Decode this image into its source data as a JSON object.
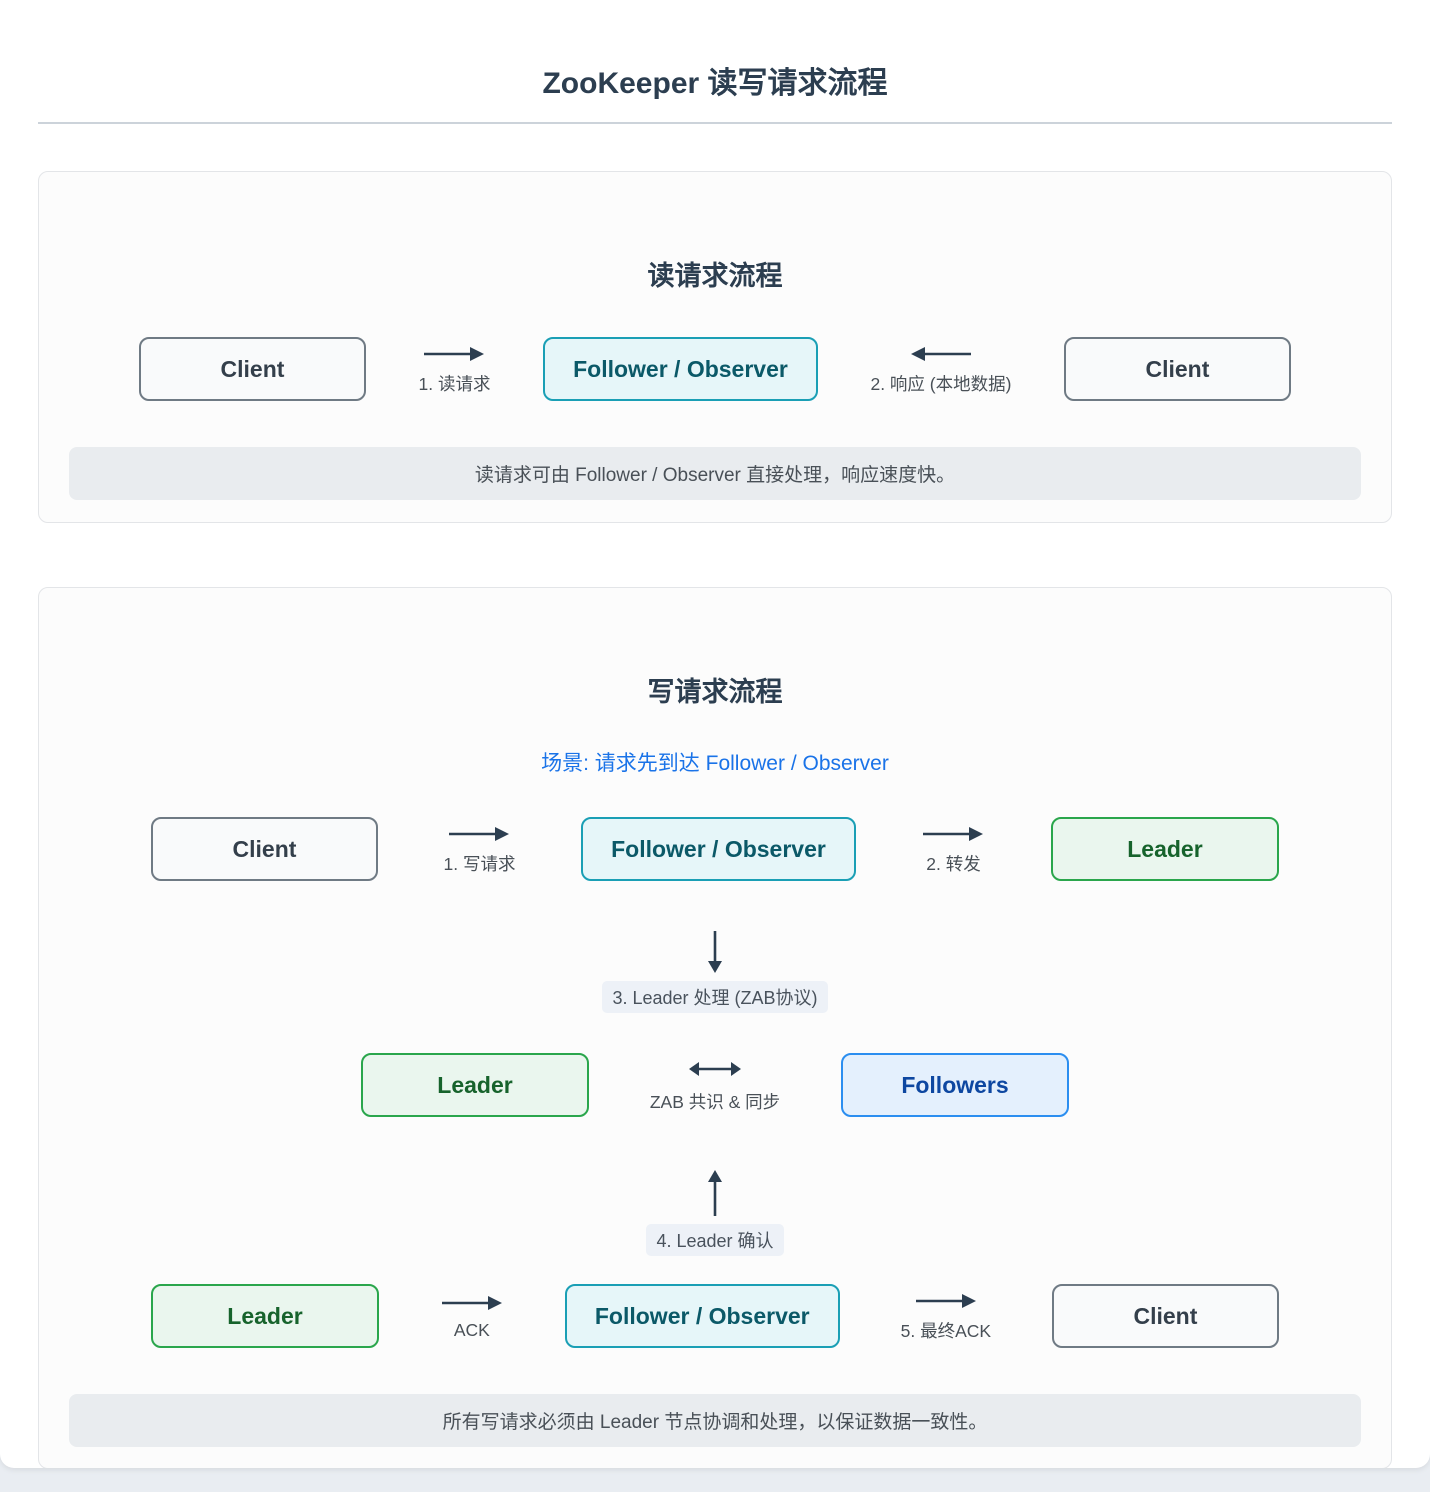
{
  "title": "ZooKeeper 读写请求流程",
  "colors": {
    "title_text": "#2c3e50",
    "arrow": "#2c3e50",
    "subtitle_blue": "#1a73e8",
    "client_border": "#6f7a84",
    "follower_border": "#1a9fb5",
    "leader_border": "#2aa64c",
    "followers_border": "#2b8ef0",
    "note_bg": "#e9ecef"
  },
  "read_flow": {
    "title": "读请求流程",
    "client_left": "Client",
    "arrow1_label": "1. 读请求",
    "follower": "Follower / Observer",
    "arrow2_label": "2. 响应 (本地数据)",
    "client_right": "Client",
    "note": "读请求可由 Follower / Observer 直接处理，响应速度快。"
  },
  "write_flow": {
    "title": "写请求流程",
    "subtitle": "场景: 请求先到达 Follower / Observer",
    "row1": {
      "client": "Client",
      "arrow1_label": "1. 写请求",
      "follower": "Follower / Observer",
      "arrow2_label": "2. 转发",
      "leader": "Leader"
    },
    "step3_label": "3. Leader 处理 (ZAB协议)",
    "row2": {
      "leader": "Leader",
      "sync_label": "ZAB 共识 & 同步",
      "followers": "Followers"
    },
    "step4_label": "4. Leader 确认",
    "row3": {
      "leader": "Leader",
      "ack_label": "ACK",
      "follower": "Follower / Observer",
      "final_ack_label": "5. 最终ACK",
      "client": "Client"
    },
    "note": "所有写请求必须由 Leader 节点协调和处理，以保证数据一致性。"
  }
}
